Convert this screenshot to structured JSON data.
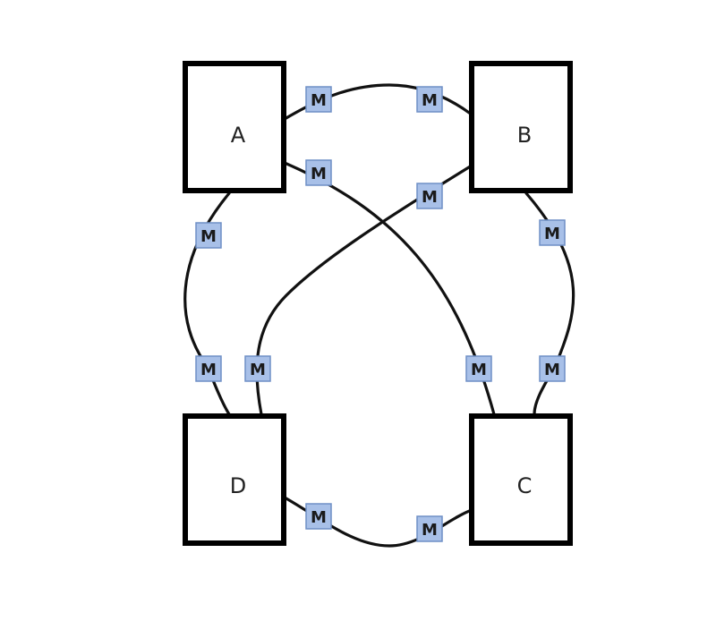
{
  "nodes": [
    {
      "id": "A",
      "label": "A"
    },
    {
      "id": "B",
      "label": "B"
    },
    {
      "id": "C",
      "label": "C"
    },
    {
      "id": "D",
      "label": "D"
    }
  ],
  "marker_label": "M",
  "links": [
    {
      "from": "A",
      "to": "B",
      "markers": 2
    },
    {
      "from": "A",
      "to": "C",
      "markers": 2
    },
    {
      "from": "B",
      "to": "D",
      "markers": 2
    },
    {
      "from": "A",
      "to": "D",
      "markers": 2
    },
    {
      "from": "B",
      "to": "C",
      "markers": 2
    },
    {
      "from": "D",
      "to": "C",
      "markers": 2
    }
  ],
  "colors": {
    "marker_fill": "#a8c0e8",
    "marker_stroke": "#6f8fc6",
    "line": "#111111",
    "node_border": "#000000"
  }
}
